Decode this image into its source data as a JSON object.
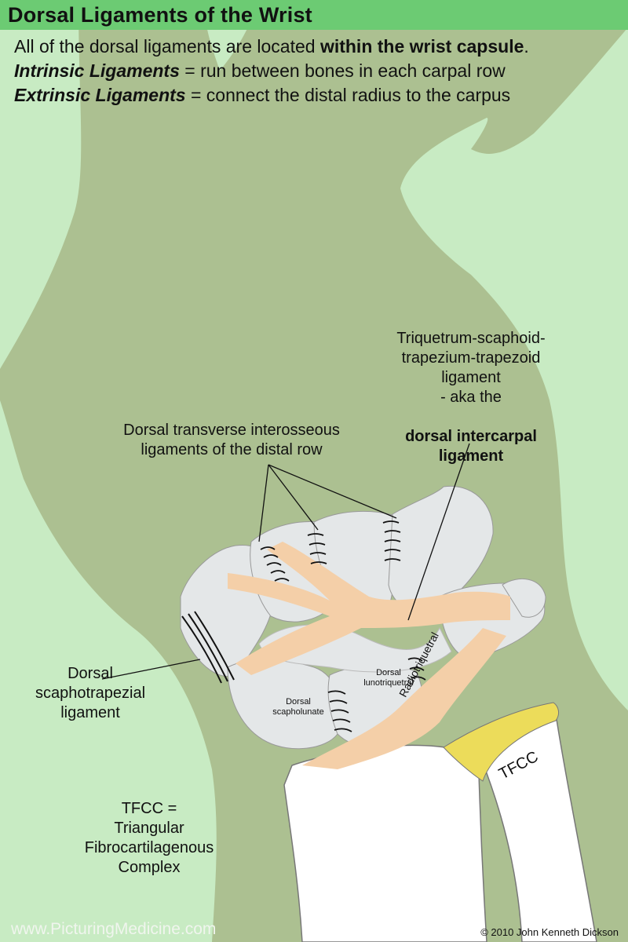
{
  "title": "Dorsal Ligaments of the Wrist",
  "intro": {
    "line1_pre": "All of the dorsal ligaments are located ",
    "line1_bold": "within the wrist capsule",
    "line1_post": ".",
    "line2_term": "Intrinsic Ligaments",
    "line2_def": " = run between bones in each carpal row",
    "line3_term": "Extrinsic Ligaments",
    "line3_def": " = connect the distal radius to the carpus"
  },
  "labels": {
    "dorsal_intercarpal_plain": "Triquetrum-scaphoid-\ntrapezium-trapezoid\nligament\n- aka the",
    "dorsal_intercarpal_bold": "dorsal intercarpal\nligament",
    "transverse": "Dorsal transverse interosseous\nligaments of the distal row",
    "scaphotrapezial": "Dorsal\nscaphotrapezial\nligament",
    "lunotriquetral": "Dorsal\nlunotriquetral",
    "scapholunate": "Dorsal\nscapholunate",
    "radiotriquetral": "Radiotriquetral",
    "tfcc_on_bone": "TFCC",
    "tfcc_definition": "TFCC =\nTriangular\nFibrocartilagenous\nComplex"
  },
  "footer": {
    "website": "www.PicturingMedicine.com",
    "copyright": "© 2010 John Kenneth Dickson"
  },
  "colors": {
    "background": "#c8ebc3",
    "title_bar": "#6ccb73",
    "hand": "#a8bb8c",
    "bone": "#e4e7e8",
    "ligament": "#f4cfa8",
    "tfcc": "#ecdc5a"
  }
}
